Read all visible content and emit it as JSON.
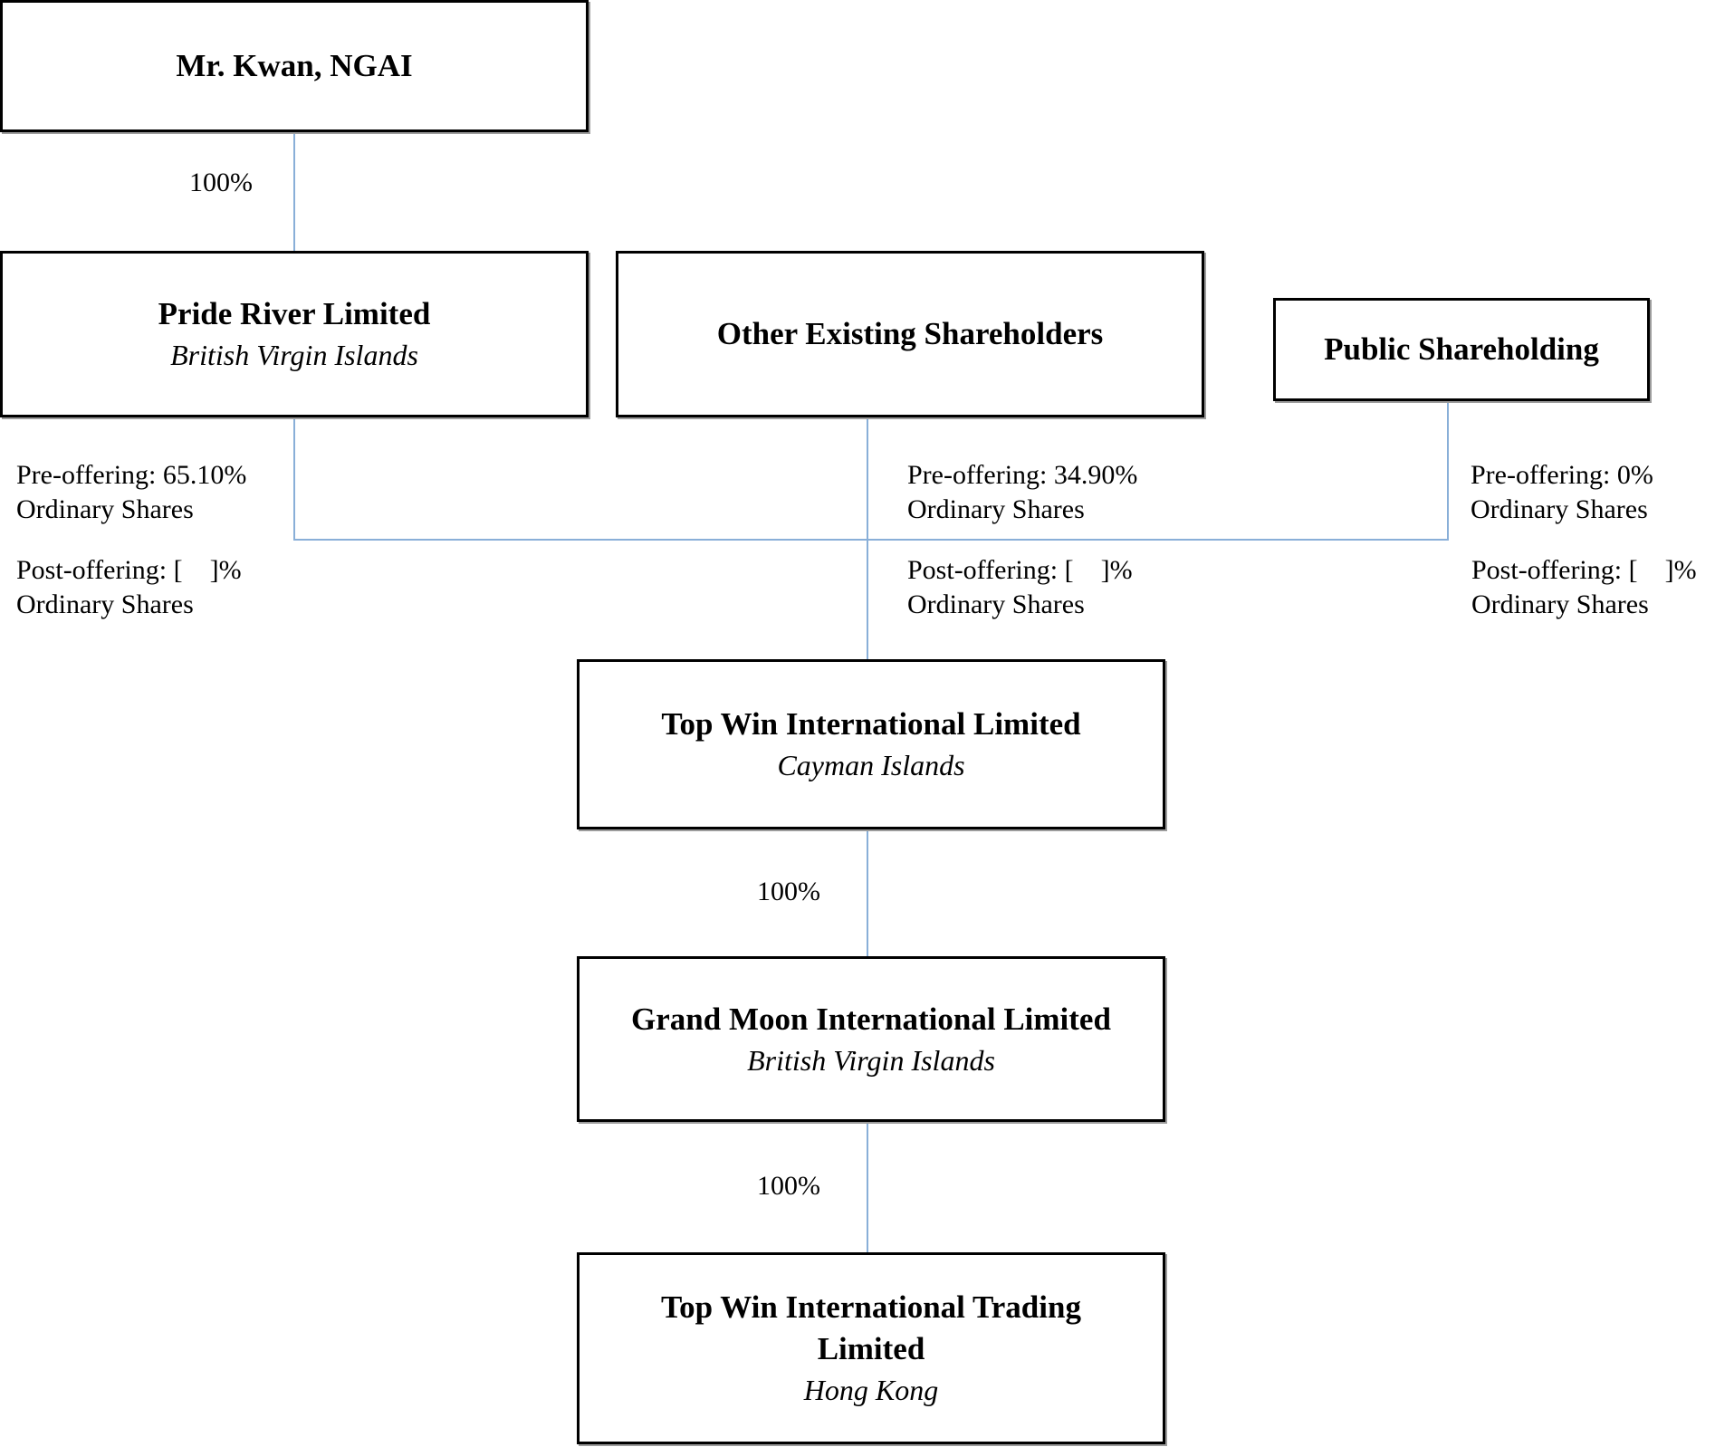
{
  "diagram": {
    "type": "corporate-structure-org-chart",
    "nodes": {
      "kwan": {
        "name": "Mr. Kwan, NGAI"
      },
      "pride_river": {
        "name": "Pride River Limited",
        "jurisdiction": "British Virgin Islands"
      },
      "other_existing": {
        "name": "Other Existing Shareholders"
      },
      "public_shareholding": {
        "name": "Public Shareholding"
      },
      "top_win": {
        "name": "Top Win International Limited",
        "jurisdiction": "Cayman Islands"
      },
      "grand_moon": {
        "name": "Grand Moon International Limited",
        "jurisdiction": "British Virgin Islands"
      },
      "top_win_trading": {
        "name": "Top Win International Trading\nLimited",
        "jurisdiction": "Hong Kong"
      }
    },
    "edge_labels": {
      "kwan_to_pride": "100%",
      "top_win_to_grand_moon": "100%",
      "grand_moon_to_trading": "100%"
    },
    "shareholding_labels": {
      "pride_river": {
        "pre": "Pre-offering: 65.10%\nOrdinary Shares",
        "post": "Post-offering: [    ]%\nOrdinary Shares"
      },
      "other_existing": {
        "pre": "Pre-offering: 34.90%\nOrdinary Shares",
        "post": "Post-offering: [    ]%\nOrdinary Shares"
      },
      "public_shareholding": {
        "pre": "Pre-offering: 0%\nOrdinary Shares",
        "post": "Post-offering: [    ]%\nOrdinary Shares"
      }
    },
    "colors": {
      "connector_blue": "#89afd8",
      "box_border": "#000000",
      "text": "#000000",
      "background": "#ffffff"
    }
  }
}
